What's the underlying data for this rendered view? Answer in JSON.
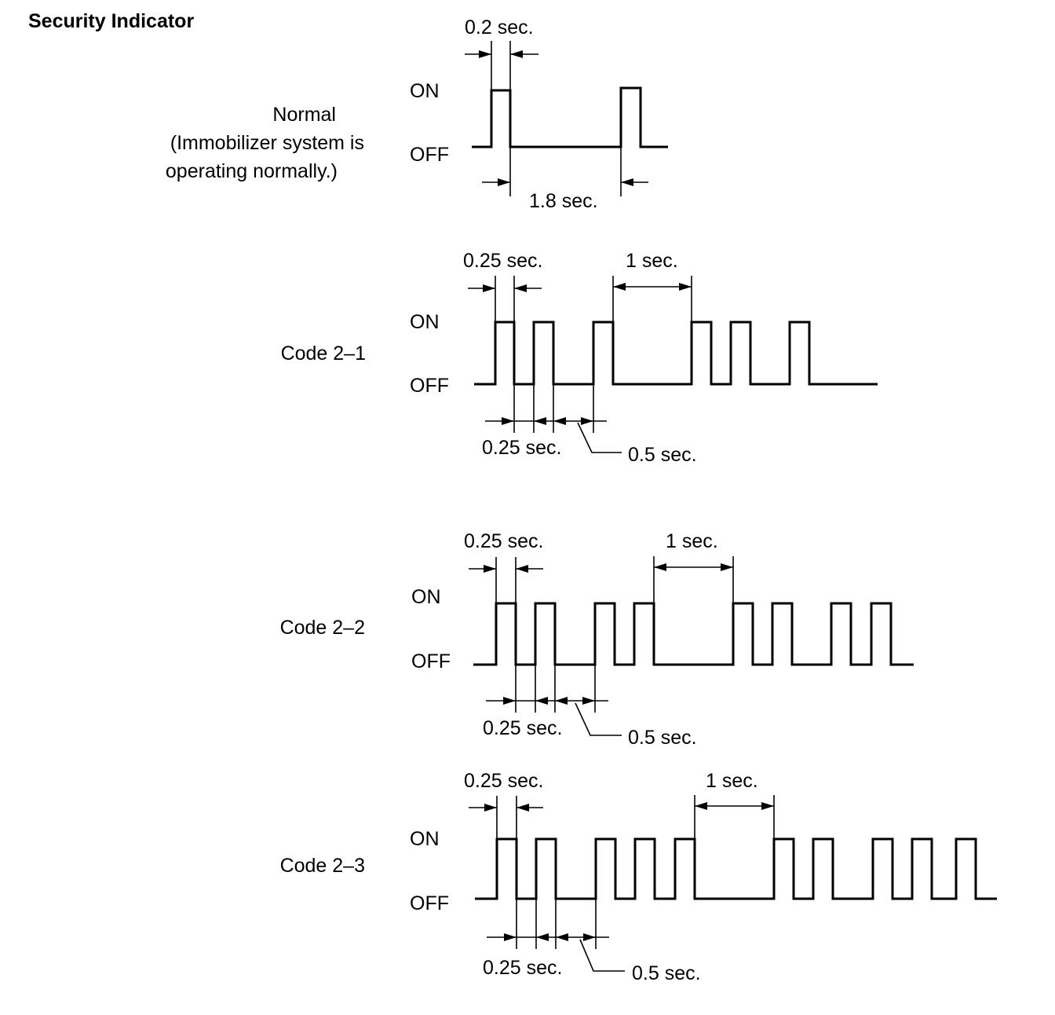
{
  "title": "Security Indicator",
  "levels": {
    "on": "ON",
    "off": "OFF"
  },
  "diagrams": [
    {
      "id": "normal",
      "label_lines": [
        "Normal",
        "(Immobilizer system is",
        "operating normally.)"
      ],
      "on_pulse_width": "0.2 sec.",
      "cycle_interval": "1.8 sec."
    },
    {
      "id": "code-2-1",
      "label_lines": [
        "Code 2–1"
      ],
      "pulse_width": "0.25 sec.",
      "group_gap": "1 sec.",
      "short_gap": "0.25 sec.",
      "long_gap": "0.5 sec."
    },
    {
      "id": "code-2-2",
      "label_lines": [
        "Code 2–2"
      ],
      "pulse_width": "0.25 sec.",
      "group_gap": "1 sec.",
      "short_gap": "0.25 sec.",
      "long_gap": "0.5 sec."
    },
    {
      "id": "code-2-3",
      "label_lines": [
        "Code 2–3"
      ],
      "pulse_width": "0.25 sec.",
      "group_gap": "1 sec.",
      "short_gap": "0.25 sec.",
      "long_gap": "0.5 sec."
    }
  ]
}
